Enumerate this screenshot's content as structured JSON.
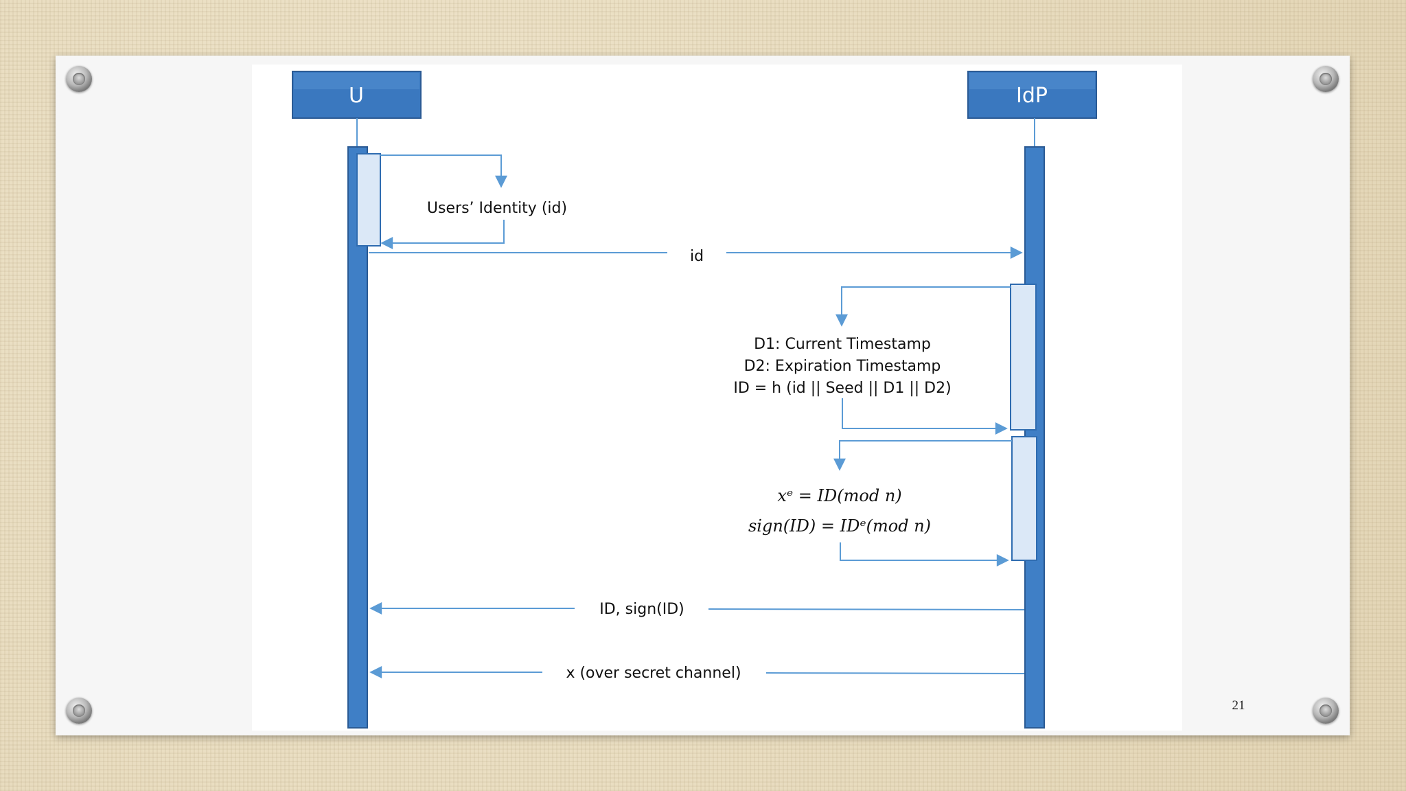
{
  "actors": [
    {
      "id": "U",
      "label": "U"
    },
    {
      "id": "IdP",
      "label": "IdP"
    }
  ],
  "messages": {
    "user_identity": "Users’ Identity (id)",
    "id": "id",
    "d1": "D1: Current Timestamp",
    "d2": "D2: Expiration Timestamp",
    "id_hash": "ID = h (id || Seed || D1 || D2)",
    "eq1": "xᵉ = ID(mod n)",
    "eq2": "sign(ID) =  IDᵉ(mod n)",
    "id_sign": "ID, sign(ID)",
    "secret_channel": "x (over secret channel)"
  },
  "slide": {
    "page_number": "21"
  },
  "colors": {
    "actor_fill": "#3a78bf",
    "lifeline_fill": "#3f7fc6",
    "activation_fill": "#dbe8f7",
    "arrow": "#5b9bd5",
    "background": "#e8dcc0"
  }
}
